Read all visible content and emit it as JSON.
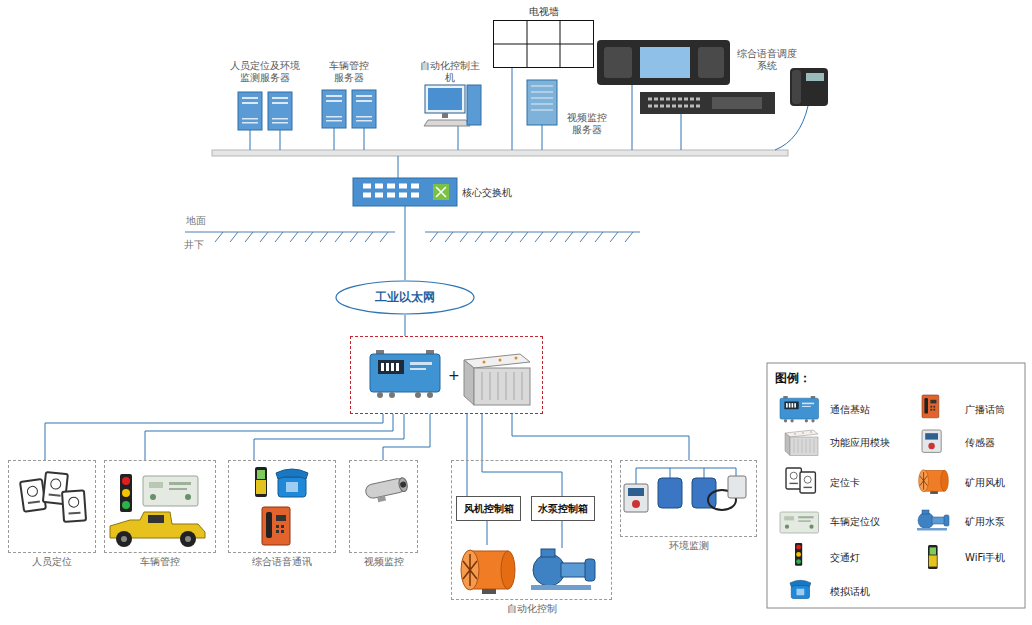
{
  "diagram": {
    "nodes": [
      {
        "text": [
          "电视墙"
        ]
      },
      {
        "text": [
          "人员定位及环境监测服务器"
        ]
      },
      {
        "text": [
          "车辆管控服务器"
        ]
      },
      {
        "text": [
          "自动化控制主机"
        ]
      },
      {
        "text": [
          "视频监控服务器"
        ]
      },
      {
        "text": [
          "综合语音调度系统"
        ]
      },
      {
        "text": [
          "核心交换机"
        ]
      },
      {
        "text": [
          "工业以太网"
        ]
      },
      {
        "text": [
          "+"
        ]
      },
      {
        "text": [
          "人员定位"
        ]
      },
      {
        "text": [
          "车辆管控"
        ]
      },
      {
        "text": [
          "综合语音通讯"
        ]
      },
      {
        "text": [
          "视频监控"
        ]
      },
      {
        "text": [
          "自动化控制"
        ]
      },
      {
        "text": [
          "风机控制箱"
        ],
        "in": 13
      },
      {
        "text": [
          "水泵控制箱"
        ],
        "in": 13
      },
      {
        "text": [
          "环境监测"
        ]
      }
    ],
    "edges": [
      {
        "from": 6,
        "to": 7,
        "arrow": "none"
      },
      {
        "from": 7,
        "to": 8,
        "arrow": "none"
      },
      {
        "from": 8,
        "to": 9,
        "arrow": "none"
      },
      {
        "from": 8,
        "to": 10,
        "arrow": "none"
      },
      {
        "from": 8,
        "to": 11,
        "arrow": "none"
      },
      {
        "from": 8,
        "to": 12,
        "arrow": "none"
      },
      {
        "from": 8,
        "to": 14,
        "arrow": "none"
      },
      {
        "from": 8,
        "to": 15,
        "arrow": "none"
      },
      {
        "from": 8,
        "to": 16,
        "arrow": "none"
      }
    ],
    "labels": [
      "地面",
      "井下",
      "图例："
    ],
    "legend": [
      {
        "text": "通信基站"
      },
      {
        "text": "功能应用模块"
      },
      {
        "text": "定位卡"
      },
      {
        "text": "车辆定位仪"
      },
      {
        "text": "交通灯"
      },
      {
        "text": "模拟话机"
      },
      {
        "text": "广播话筒"
      },
      {
        "text": "传感器"
      },
      {
        "text": "矿用风机"
      },
      {
        "text": "矿用水泵"
      },
      {
        "text": "WiFi手机"
      }
    ]
  }
}
